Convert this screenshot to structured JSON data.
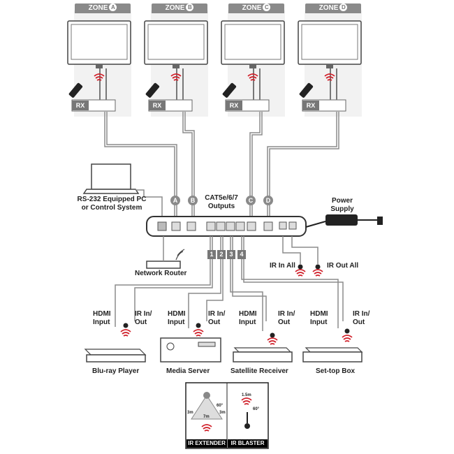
{
  "zones": [
    {
      "label": "ZONE",
      "letter": "A"
    },
    {
      "label": "ZONE",
      "letter": "B"
    },
    {
      "label": "ZONE",
      "letter": "C"
    },
    {
      "label": "ZONE",
      "letter": "D"
    }
  ],
  "receiver_label": "RX",
  "outputs": {
    "label": "CAT5e/6/7\nOutputs",
    "letters": [
      "A",
      "B",
      "C",
      "D"
    ]
  },
  "rs232": {
    "label": "RS-232 Equipped PC\nor Control System"
  },
  "network_router": {
    "label": "Network Router"
  },
  "power_supply": {
    "label": "Power\nSupply"
  },
  "ir_all": {
    "in_label": "IR In All",
    "out_label": "IR Out All"
  },
  "input_numbers": [
    "1",
    "2",
    "3",
    "4"
  ],
  "sources": [
    {
      "name": "Blu-ray Player",
      "hdmi_label": "HDMI\nInput",
      "ir_label": "IR In/\nOut"
    },
    {
      "name": "Media Server",
      "hdmi_label": "HDMI\nInput",
      "ir_label": "IR In/\nOut"
    },
    {
      "name": "Satellite Receiver",
      "hdmi_label": "HDMI\nInput",
      "ir_label": "IR In/\nOut"
    },
    {
      "name": "Set-top Box",
      "hdmi_label": "HDMI\nInput",
      "ir_label": "IR In/\nOut"
    }
  ],
  "legend": {
    "extender_title": "IR EXTENDER",
    "blaster_title": "IR BLASTER",
    "extender_angle": "60°",
    "extender_left": "3m",
    "extender_right": "3m",
    "extender_range": "7m",
    "blaster_range": "1.5m",
    "blaster_angle": "60°"
  },
  "colors": {
    "line": "#8c8c8c",
    "device": "#555555",
    "ir_red": "#d0202a",
    "panel": "#f2f2f2"
  }
}
